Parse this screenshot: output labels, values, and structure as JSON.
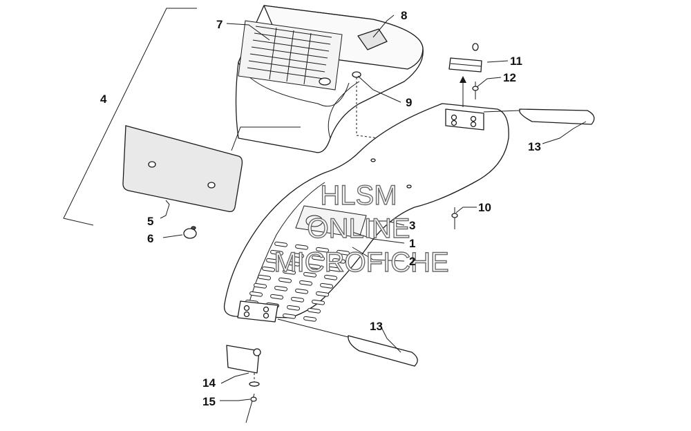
{
  "callouts": [
    {
      "id": "c1",
      "label": "1"
    },
    {
      "id": "c2",
      "label": "2"
    },
    {
      "id": "c3",
      "label": "3"
    },
    {
      "id": "c4",
      "label": "4"
    },
    {
      "id": "c5",
      "label": "5"
    },
    {
      "id": "c6",
      "label": "6"
    },
    {
      "id": "c7",
      "label": "7"
    },
    {
      "id": "c8",
      "label": "8"
    },
    {
      "id": "c9",
      "label": "9"
    },
    {
      "id": "c10",
      "label": "10"
    },
    {
      "id": "c11",
      "label": "11"
    },
    {
      "id": "c12",
      "label": "12"
    },
    {
      "id": "c13a",
      "label": "13"
    },
    {
      "id": "c13b",
      "label": "13"
    },
    {
      "id": "c14",
      "label": "14"
    },
    {
      "id": "c15",
      "label": "15"
    }
  ],
  "watermark": {
    "line1": "HLSM",
    "line2": "ONLINE",
    "line3": "MICROFICHE"
  },
  "colors": {
    "ink": "#1a1a1a",
    "watermark_stroke": "#6a6a6a",
    "background": "#ffffff"
  }
}
